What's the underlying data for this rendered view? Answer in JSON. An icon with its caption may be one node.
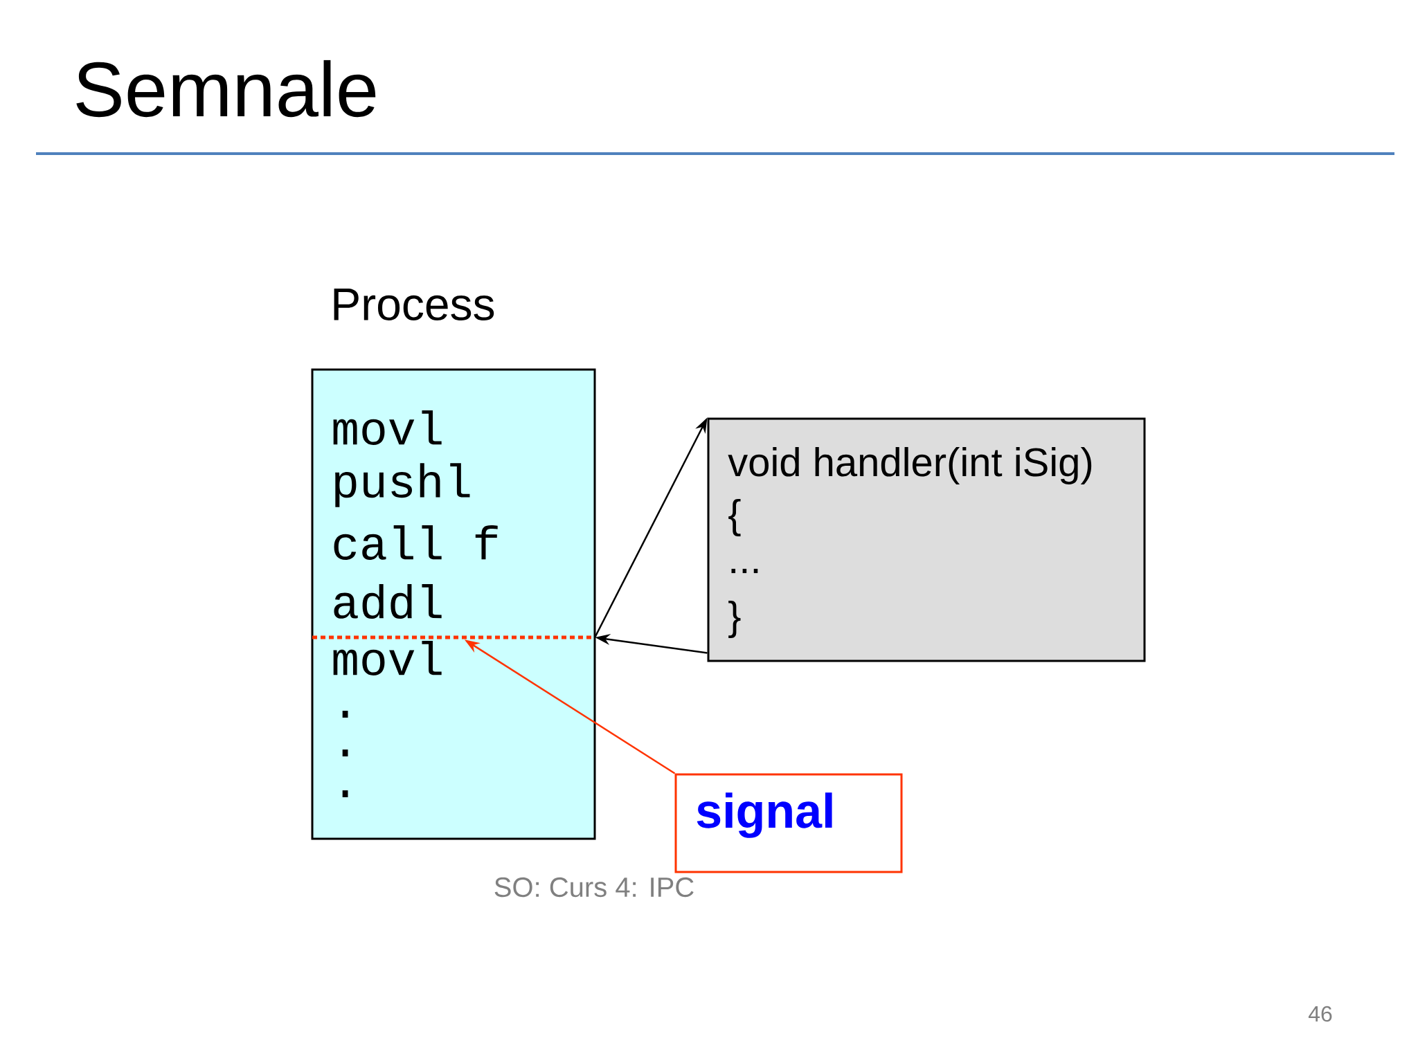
{
  "diagram": {
    "title": "Semnale",
    "nodes": [
      {
        "text": [
          "Process",
          "movl",
          "pushl",
          "call f",
          "addl",
          "movl",
          ".",
          ".",
          "."
        ]
      },
      {
        "text": [],
        "shape": "line",
        "in": 0
      },
      {
        "text": [
          "void handler(int iSig)",
          "{",
          "...",
          "}"
        ]
      },
      {
        "text": [
          "signal"
        ]
      }
    ],
    "edges": [
      {
        "from": 1,
        "to": 2,
        "arrow": "to"
      },
      {
        "from": 2,
        "to": 1,
        "arrow": "to"
      },
      {
        "from": 3,
        "to": 1,
        "arrow": "to",
        "color": "#ff3300"
      }
    ],
    "labels": [
      "SO: Curs 4: IPC",
      "46"
    ]
  }
}
